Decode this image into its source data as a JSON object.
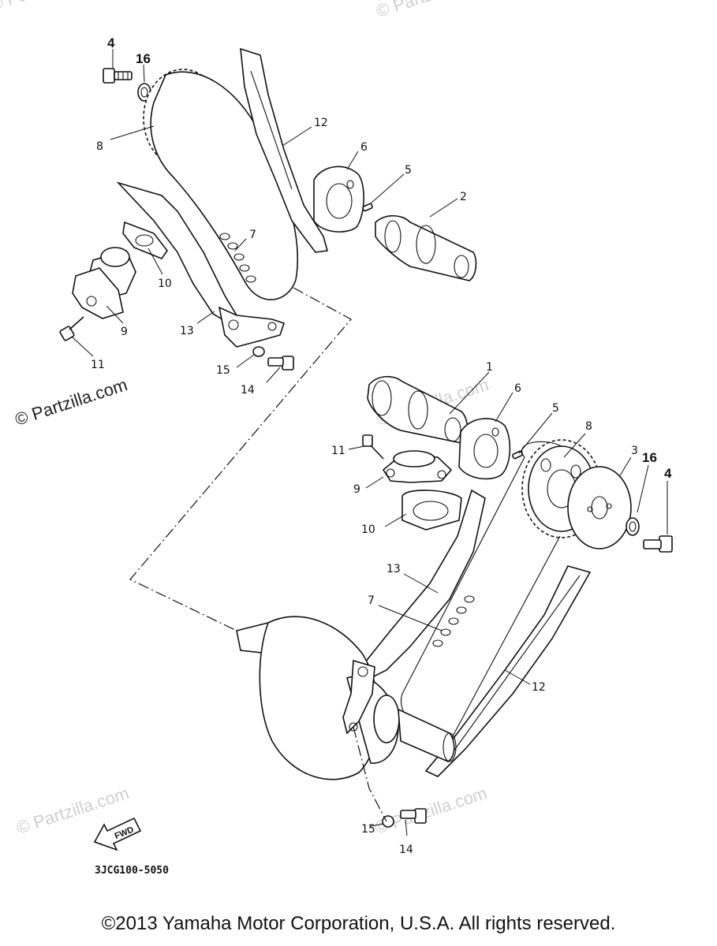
{
  "diagram": {
    "watermarks": {
      "main": "© Partzilla.com",
      "faint": [
        "© Partzilla.com",
        "© Partzilla.com",
        "© Partzilla.com",
        "© Partzilla.com",
        "© Partzilla.com"
      ]
    },
    "callouts": {
      "top": [
        {
          "id": "4"
        },
        {
          "id": "16"
        },
        {
          "id": "8"
        },
        {
          "id": "12"
        },
        {
          "id": "6"
        },
        {
          "id": "5"
        },
        {
          "id": "2"
        },
        {
          "id": "7"
        },
        {
          "id": "10"
        },
        {
          "id": "9"
        },
        {
          "id": "13"
        },
        {
          "id": "11"
        },
        {
          "id": "15"
        },
        {
          "id": "14"
        }
      ],
      "bottom": [
        {
          "id": "1"
        },
        {
          "id": "6"
        },
        {
          "id": "5"
        },
        {
          "id": "8"
        },
        {
          "id": "3"
        },
        {
          "id": "16"
        },
        {
          "id": "4"
        },
        {
          "id": "11"
        },
        {
          "id": "9"
        },
        {
          "id": "10"
        },
        {
          "id": "13"
        },
        {
          "id": "7"
        },
        {
          "id": "12"
        },
        {
          "id": "15"
        },
        {
          "id": "14"
        }
      ]
    },
    "fwd_label": "FWD",
    "diagram_code": "3JCG100-5050"
  },
  "footer": {
    "copyright": "©2013  Yamaha Motor Corporation, U.S.A. All rights reserved."
  }
}
